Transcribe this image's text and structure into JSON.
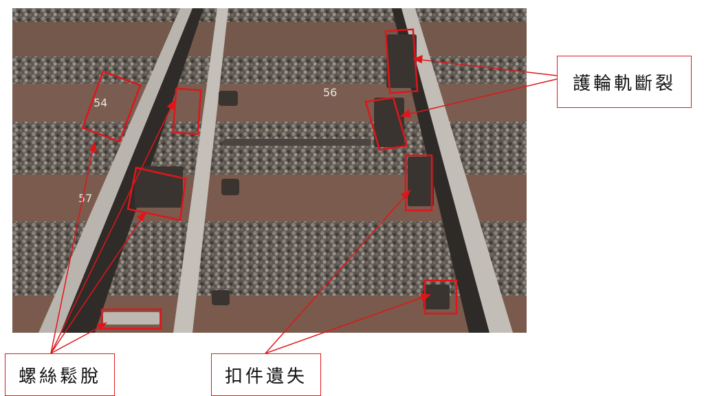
{
  "photo": {
    "subject": "railway-track-turnout",
    "sleeper_marks": [
      "54",
      "56",
      "57"
    ]
  },
  "annotations": {
    "guard_rail_broken": "護輪軌斷裂",
    "bolt_loose": "螺絲鬆脫",
    "clip_missing": "扣件遺失"
  },
  "colors": {
    "annotation_red": "#e0151a",
    "ballast": "#6b655e",
    "sleeper": "#7a5a4c",
    "rail": "#b9b4ad"
  }
}
